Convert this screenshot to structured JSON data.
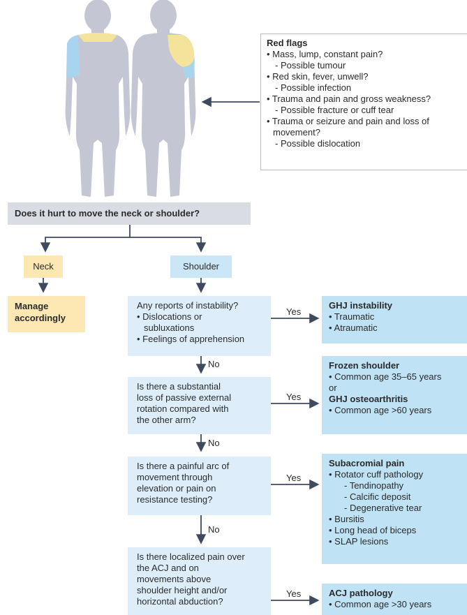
{
  "red_flags": {
    "title": "Red flags",
    "items": [
      {
        "text": "• Mass, lump, constant pain?",
        "note": "- Possible tumour"
      },
      {
        "text": "• Red skin, fever, unwell?",
        "note": "- Possible infection"
      },
      {
        "text": "• Trauma and pain and gross weakness?",
        "note": "- Possible fracture or cuff tear"
      },
      {
        "text": "• Trauma or seizure and pain and loss of",
        "text2": "movement?",
        "note": "- Possible dislocation"
      }
    ]
  },
  "question_main": "Does it hurt to move the neck or shoulder?",
  "neck_label": "Neck",
  "shoulder_label": "Shoulder",
  "manage": [
    "Manage",
    "accordingly"
  ],
  "yes_label": "Yes",
  "no_label": "No",
  "q1": [
    "Any reports of instability?",
    "• Dislocations or",
    "  subluxations",
    "• Feelings of apprehension"
  ],
  "q2": [
    "Is there a substantial",
    "loss of passive external",
    "rotation compared with",
    "the other arm?"
  ],
  "q3": [
    "Is there a painful arc of",
    "movement through",
    "elevation or pain on",
    "resistance testing?"
  ],
  "q4": [
    "Is there localized pain over",
    "the ACJ and on",
    "movements above",
    "shoulder height and/or",
    "horizontal abduction?"
  ],
  "d1": {
    "title": "GHJ instability",
    "items": [
      "• Traumatic",
      "• Atraumatic"
    ]
  },
  "d2": {
    "title": "Frozen shoulder",
    "line1": "• Common age 35–65 years",
    "or": "or",
    "title2": "GHJ osteoarthritis",
    "line2": "• Common age >60 years"
  },
  "d3": {
    "title": "Subacromial pain",
    "item1": "• Rotator cuff pathology",
    "subs": [
      "- Tendinopathy",
      "- Calcific deposit",
      "- Degenerative tear"
    ],
    "items": [
      "• Bursitis",
      "• Long head of biceps",
      "• SLAP lesions"
    ]
  },
  "d4": {
    "title": "ACJ pathology",
    "line1": "• Common age >30 years"
  },
  "colors": {
    "figure": "#c4c7d3",
    "highlight_blue": "#a9d4ef",
    "highlight_yellow": "#f3e39b",
    "question_bar": "#d9dce3",
    "neck": "#fde8b4",
    "shoulder": "#cbe6f6",
    "question_box": "#ddeefa",
    "diagnosis_box": "#bfe2f5",
    "arrow": "#3f4a5e"
  }
}
